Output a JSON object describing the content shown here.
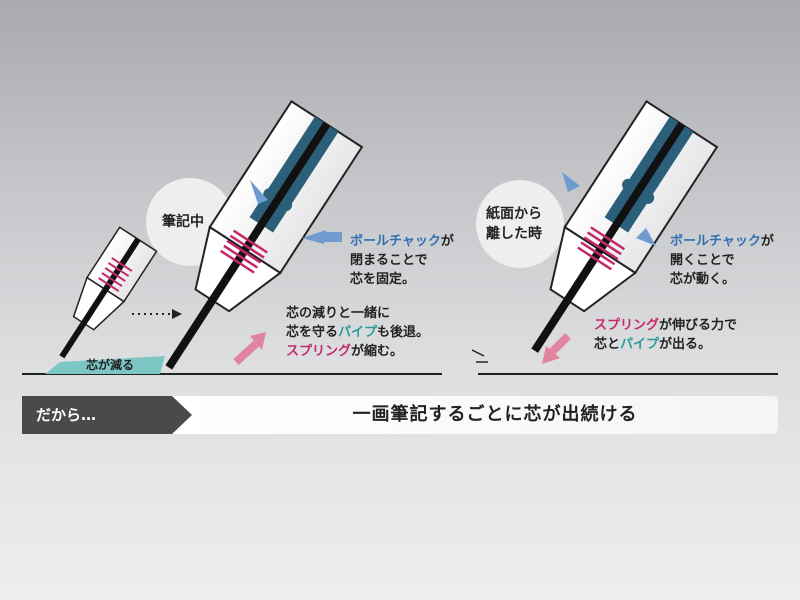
{
  "left_panel": {
    "bubble": "筆記中",
    "lead_label": "芯が減る",
    "ball_chuck_line1": "ボールチャック",
    "ball_chuck_line1_suffix": "が",
    "ball_chuck_line2": "閉まることで",
    "ball_chuck_line3": "芯を固定。",
    "pipe_line1": "芯の減りと一緒に",
    "pipe_line2_prefix": "芯を守る",
    "pipe_line2_pipe": "パイプ",
    "pipe_line2_suffix": "も後退。",
    "spring_line_spring": "スプリング",
    "spring_line_suffix": "が縮む。"
  },
  "right_panel": {
    "bubble_line1": "紙面から",
    "bubble_line2": "離した時",
    "ball_chuck_line1": "ボールチャック",
    "ball_chuck_line1_suffix": "が",
    "ball_chuck_line2": "開くことで",
    "ball_chuck_line3": "芯が動く。",
    "spring_line1_spring": "スプリング",
    "spring_line1_suffix": "が伸びる力で",
    "spring_line2_prefix": "芯と",
    "spring_line2_pipe": "パイプ",
    "spring_line2_suffix": "が出る。"
  },
  "banner": {
    "left_label": "だから…",
    "message": "一画筆記するごとに芯が出続ける"
  },
  "colors": {
    "accent_blue": "#2f6fb5",
    "accent_pink": "#c5286a",
    "accent_teal": "#2a9c9a",
    "banner_dark": "#4a4a4a"
  },
  "icons": [
    "blue-arrow-icon",
    "pink-arrow-icon",
    "dotted-arrow-icon"
  ]
}
